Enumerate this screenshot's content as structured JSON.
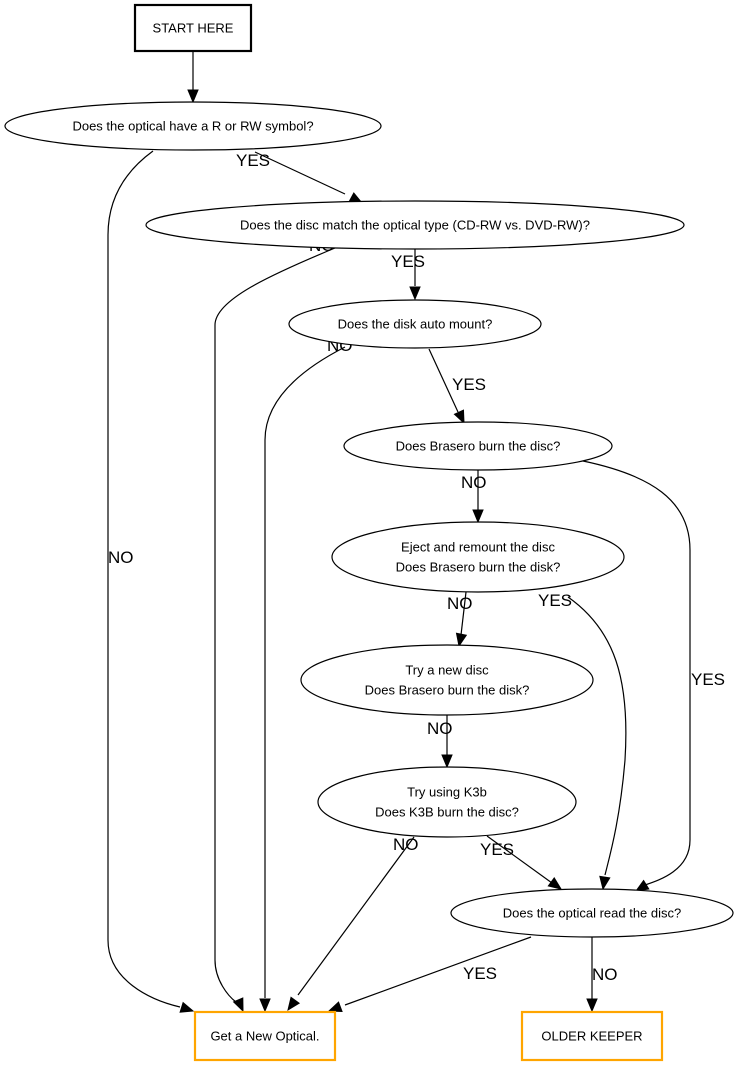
{
  "diagram": {
    "colors": {
      "start_border": "#000000",
      "terminal_border": "#ffa500",
      "line": "#000000",
      "background": "#ffffff"
    },
    "nodes": {
      "start": {
        "shape": "box",
        "lines": [
          "START HERE"
        ]
      },
      "q_rw_symbol": {
        "shape": "ellipse",
        "lines": [
          "Does the optical have a R or RW symbol?"
        ]
      },
      "q_disc_match": {
        "shape": "ellipse",
        "lines": [
          "Does the disc match the optical type (CD-RW vs. DVD-RW)?"
        ]
      },
      "q_auto_mount": {
        "shape": "ellipse",
        "lines": [
          "Does the disk auto mount?"
        ]
      },
      "q_brasero_burn": {
        "shape": "ellipse",
        "lines": [
          "Does Brasero burn the disc?"
        ]
      },
      "q_eject_remount": {
        "shape": "ellipse",
        "lines": [
          "Eject and remount the disc",
          "Does Brasero burn the disk?"
        ]
      },
      "q_new_disc": {
        "shape": "ellipse",
        "lines": [
          "Try a new disc",
          "Does Brasero burn the disk?"
        ]
      },
      "q_k3b": {
        "shape": "ellipse",
        "lines": [
          "Try using K3b",
          "Does K3B burn the disc?"
        ]
      },
      "q_optical_read": {
        "shape": "ellipse",
        "lines": [
          "Does the optical read the disc?"
        ]
      },
      "t_new_optical": {
        "shape": "box",
        "lines": [
          "Get a New Optical."
        ]
      },
      "t_older_keeper": {
        "shape": "box",
        "lines": [
          "OLDER KEEPER"
        ]
      }
    },
    "edges": [
      {
        "from": "start",
        "to": "q_rw_symbol",
        "label": ""
      },
      {
        "from": "q_rw_symbol",
        "to": "q_disc_match",
        "label": "YES"
      },
      {
        "from": "q_rw_symbol",
        "to": "t_new_optical",
        "label": "NO"
      },
      {
        "from": "q_disc_match",
        "to": "q_auto_mount",
        "label": "YES"
      },
      {
        "from": "q_disc_match",
        "to": "t_new_optical",
        "label": "NO"
      },
      {
        "from": "q_auto_mount",
        "to": "q_brasero_burn",
        "label": "YES"
      },
      {
        "from": "q_auto_mount",
        "to": "t_new_optical",
        "label": "NO"
      },
      {
        "from": "q_brasero_burn",
        "to": "q_eject_remount",
        "label": "NO"
      },
      {
        "from": "q_brasero_burn",
        "to": "q_optical_read",
        "label": "YES"
      },
      {
        "from": "q_eject_remount",
        "to": "q_new_disc",
        "label": "NO"
      },
      {
        "from": "q_eject_remount",
        "to": "q_optical_read",
        "label": "YES"
      },
      {
        "from": "q_new_disc",
        "to": "q_k3b",
        "label": "NO"
      },
      {
        "from": "q_k3b",
        "to": "t_new_optical",
        "label": "NO"
      },
      {
        "from": "q_k3b",
        "to": "q_optical_read",
        "label": "YES"
      },
      {
        "from": "q_optical_read",
        "to": "t_new_optical",
        "label": "YES"
      },
      {
        "from": "q_optical_read",
        "to": "t_older_keeper",
        "label": "NO"
      }
    ]
  }
}
